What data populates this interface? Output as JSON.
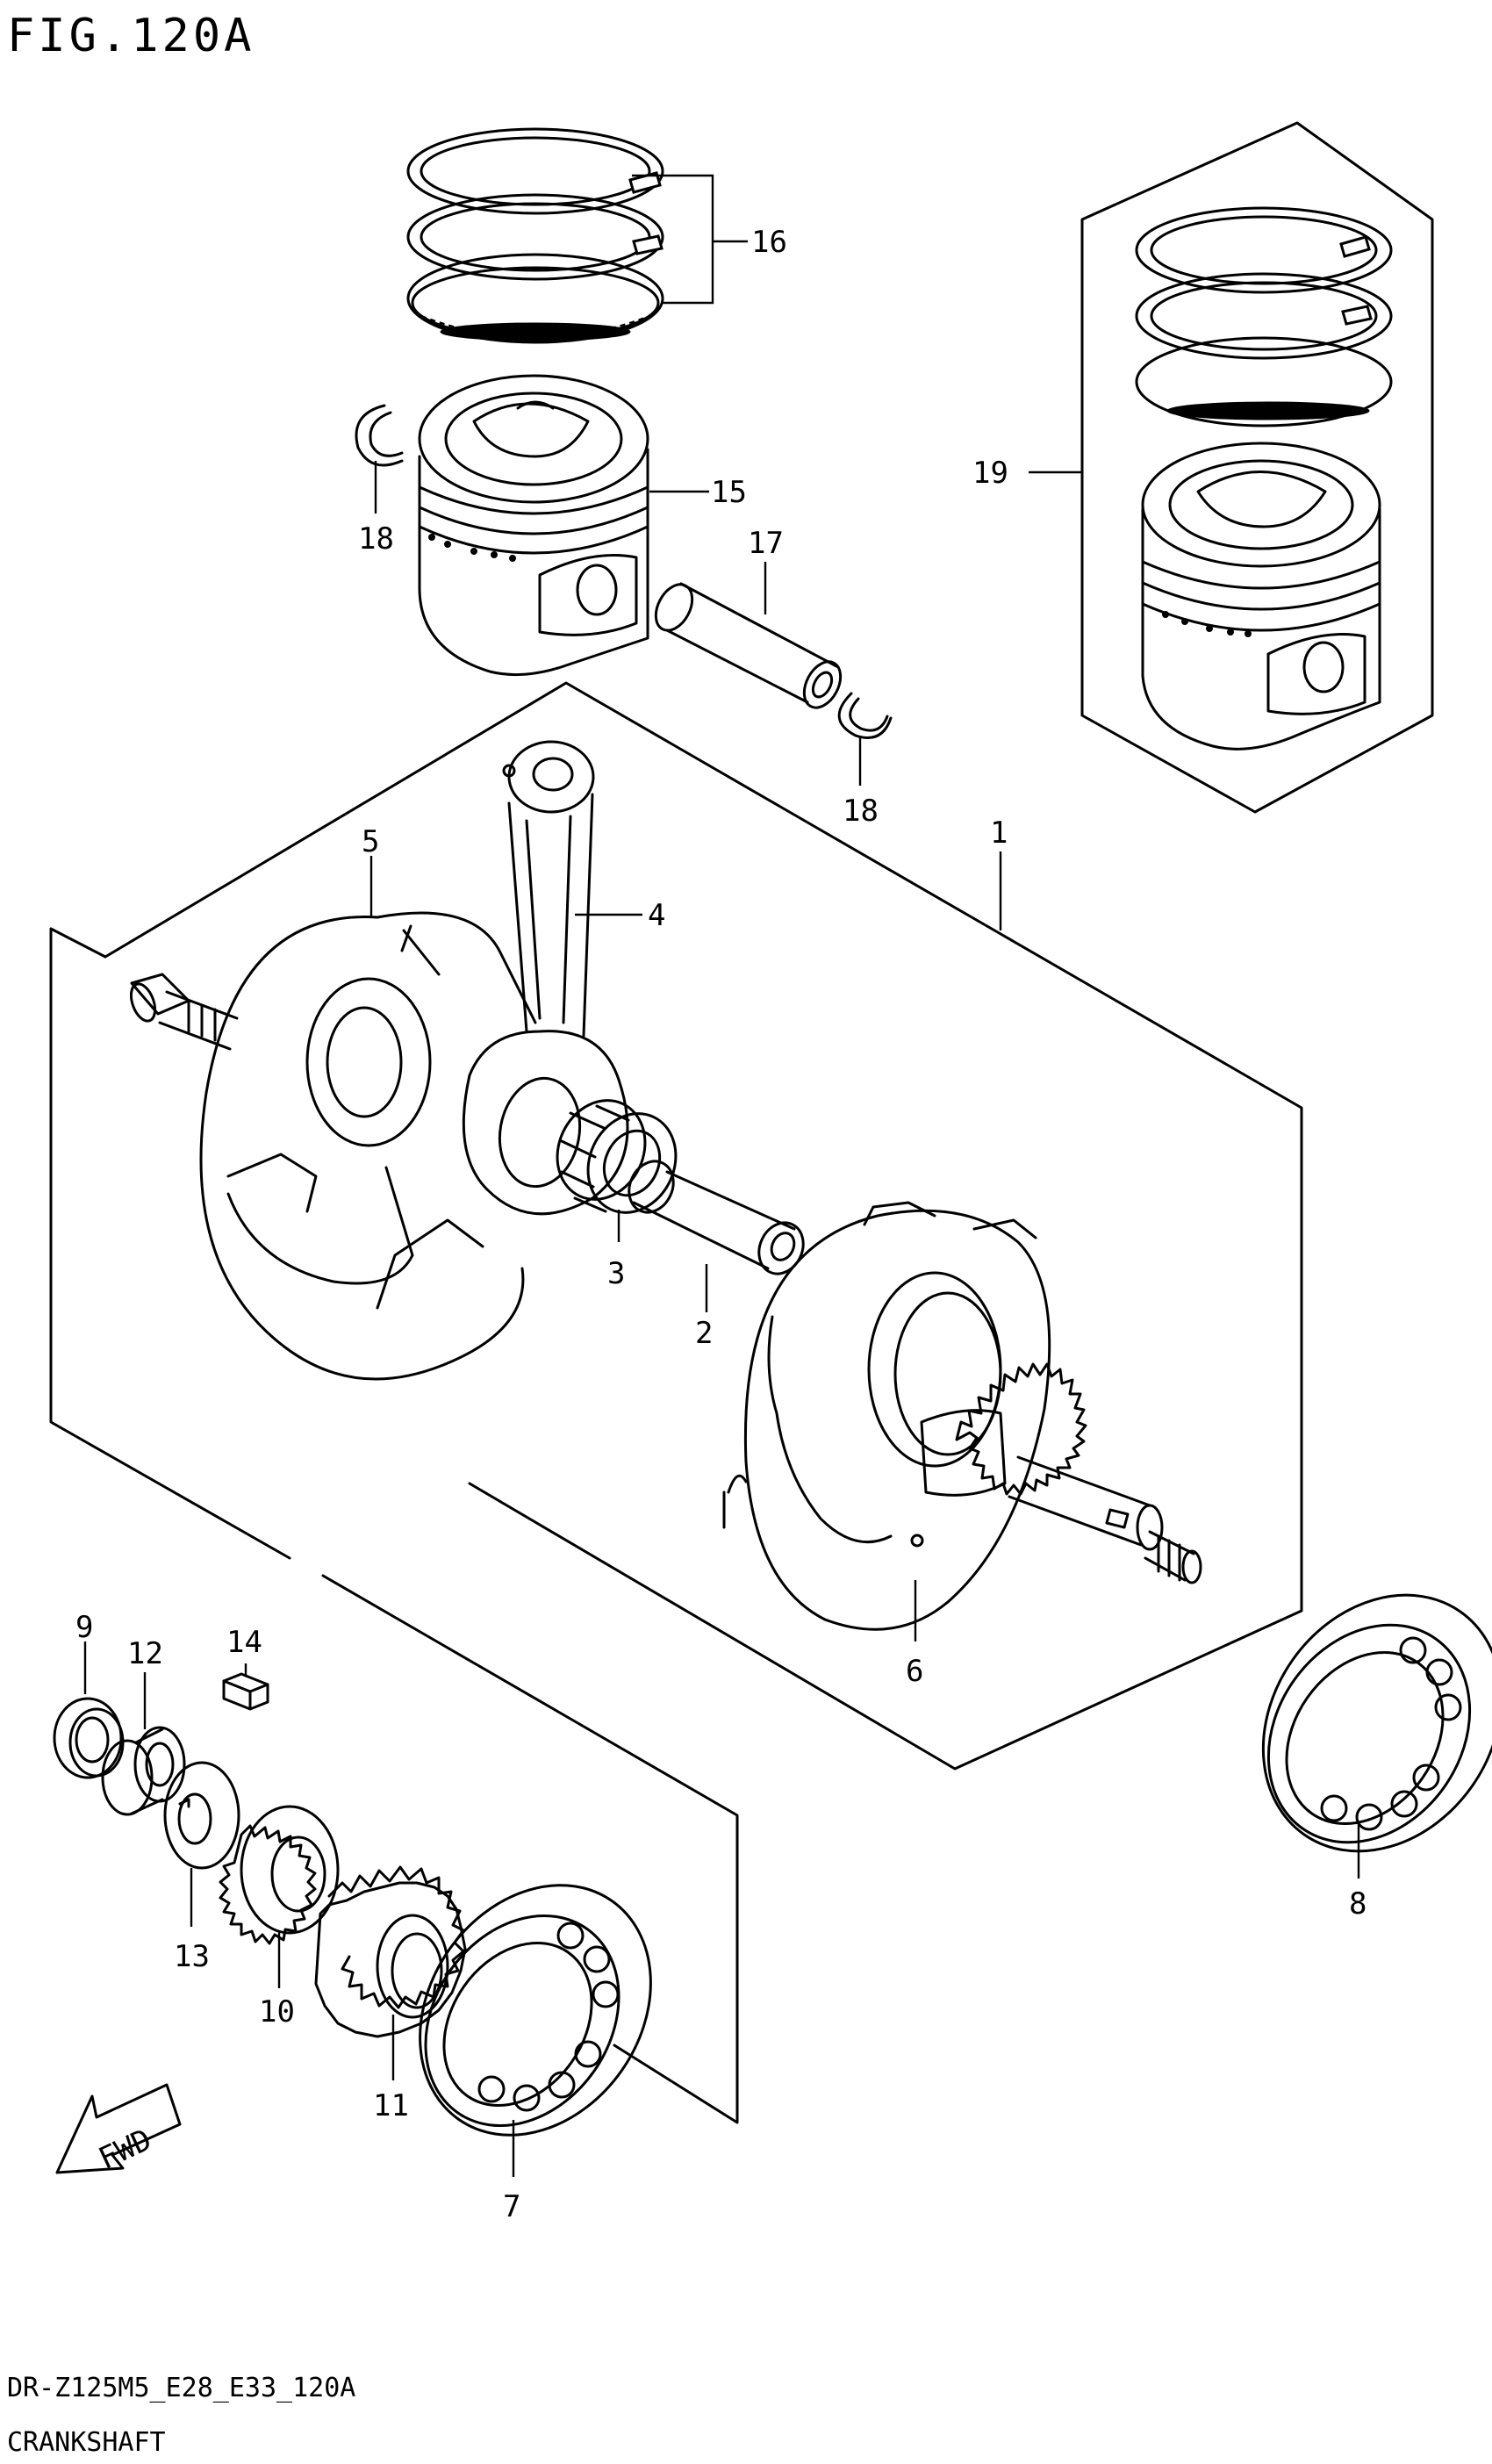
{
  "figure": {
    "title": "FIG.120A",
    "model_code": "DR-Z125M5_E28_E33_120A",
    "section_name": "CRANKSHAFT",
    "direction_label": "FWD"
  },
  "callouts": [
    {
      "id": "c1",
      "label": "1"
    },
    {
      "id": "c2",
      "label": "2"
    },
    {
      "id": "c3",
      "label": "3"
    },
    {
      "id": "c4",
      "label": "4"
    },
    {
      "id": "c5",
      "label": "5"
    },
    {
      "id": "c6",
      "label": "6"
    },
    {
      "id": "c7",
      "label": "7"
    },
    {
      "id": "c8",
      "label": "8"
    },
    {
      "id": "c9",
      "label": "9"
    },
    {
      "id": "c10",
      "label": "10"
    },
    {
      "id": "c11",
      "label": "11"
    },
    {
      "id": "c12",
      "label": "12"
    },
    {
      "id": "c13",
      "label": "13"
    },
    {
      "id": "c14",
      "label": "14"
    },
    {
      "id": "c15",
      "label": "15"
    },
    {
      "id": "c16",
      "label": "16"
    },
    {
      "id": "c17",
      "label": "17"
    },
    {
      "id": "c18a",
      "label": "18"
    },
    {
      "id": "c18b",
      "label": "18"
    },
    {
      "id": "c19",
      "label": "19"
    }
  ]
}
